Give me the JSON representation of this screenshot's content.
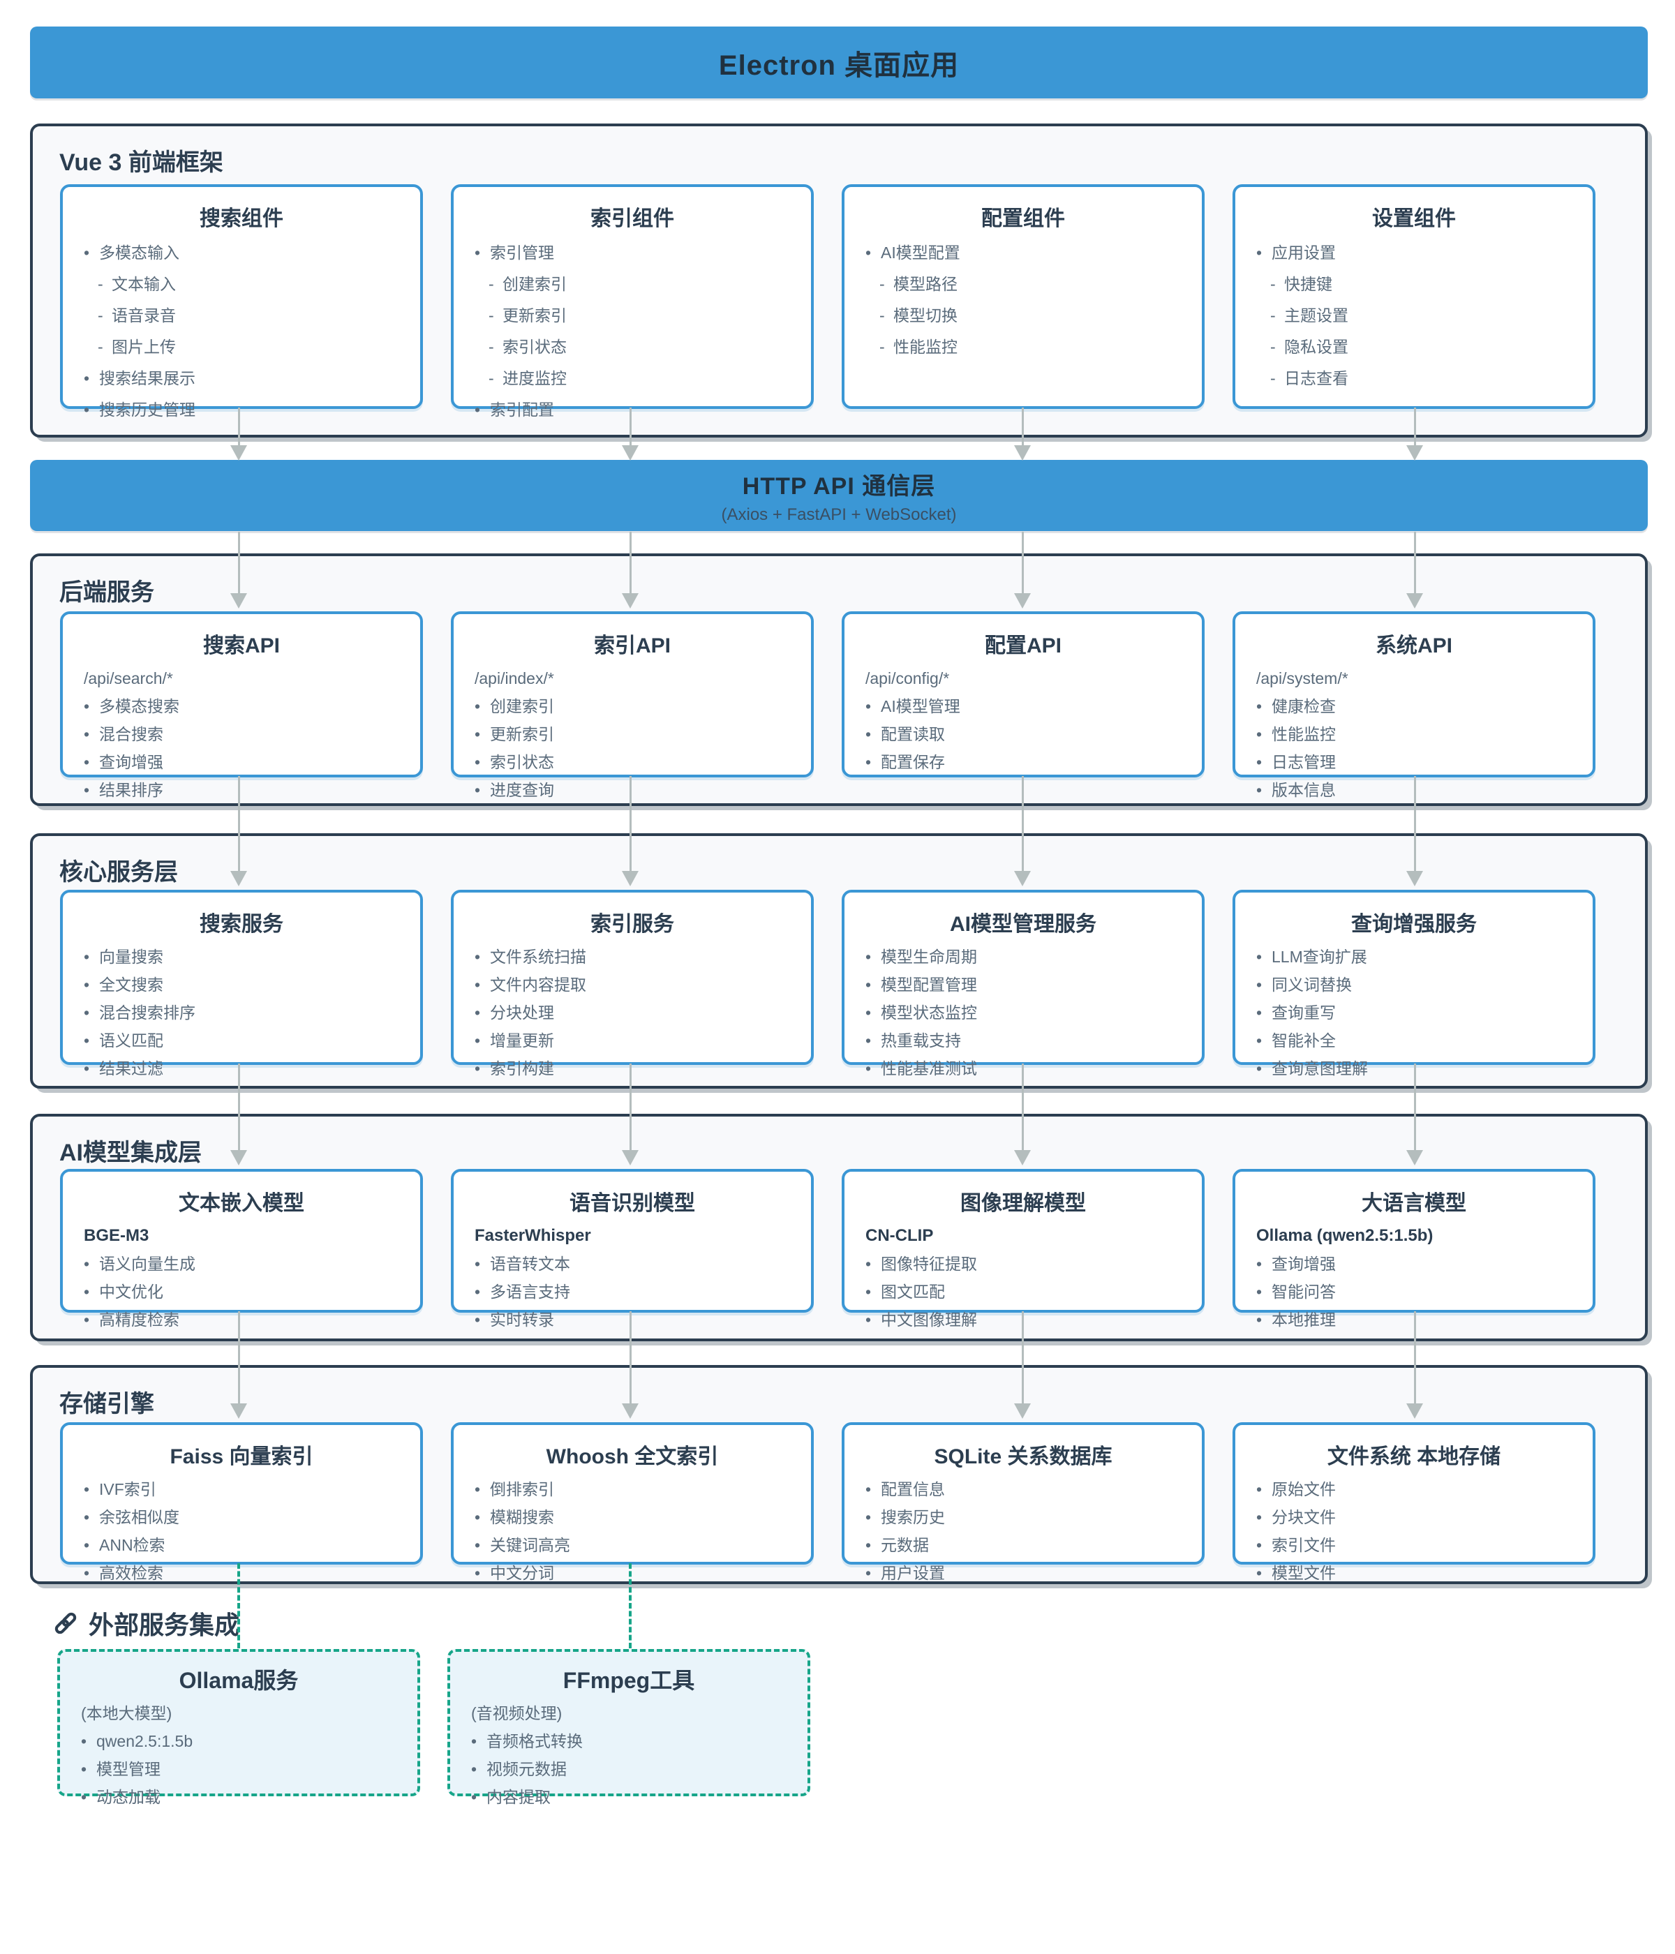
{
  "app": {
    "title": "Electron 桌面应用"
  },
  "http": {
    "title": "HTTP API 通信层",
    "subtitle": "(Axios + FastAPI + WebSocket)"
  },
  "colors": {
    "accent": "#3b97d5",
    "navy": "#2c3e50",
    "teal": "#17a589",
    "arrow": "#b4bdbd",
    "external_bg": "#e9f4fa"
  },
  "sections": {
    "frontend": {
      "title": "Vue 3 前端框架",
      "cards": [
        {
          "title": "搜索组件",
          "items": [
            {
              "k": "b",
              "text": "多模态输入"
            },
            {
              "k": "d",
              "text": "文本输入"
            },
            {
              "k": "d",
              "text": "语音录音"
            },
            {
              "k": "d",
              "text": "图片上传"
            },
            {
              "k": "b",
              "text": "搜索结果展示"
            },
            {
              "k": "b",
              "text": "搜索历史管理"
            }
          ]
        },
        {
          "title": "索引组件",
          "items": [
            {
              "k": "b",
              "text": "索引管理"
            },
            {
              "k": "d",
              "text": "创建索引"
            },
            {
              "k": "d",
              "text": "更新索引"
            },
            {
              "k": "d",
              "text": "索引状态"
            },
            {
              "k": "d",
              "text": "进度监控"
            },
            {
              "k": "b",
              "text": "索引配置"
            }
          ]
        },
        {
          "title": "配置组件",
          "items": [
            {
              "k": "b",
              "text": "AI模型配置"
            },
            {
              "k": "d",
              "text": "模型路径"
            },
            {
              "k": "d",
              "text": "模型切换"
            },
            {
              "k": "d",
              "text": "性能监控"
            }
          ]
        },
        {
          "title": "设置组件",
          "items": [
            {
              "k": "b",
              "text": "应用设置"
            },
            {
              "k": "d",
              "text": "快捷键"
            },
            {
              "k": "d",
              "text": "主题设置"
            },
            {
              "k": "d",
              "text": "隐私设置"
            },
            {
              "k": "d",
              "text": "日志查看"
            }
          ]
        }
      ]
    },
    "backend": {
      "title": "后端服务",
      "cards": [
        {
          "title": "搜索API",
          "path": "/api/search/*",
          "items": [
            {
              "k": "b",
              "text": "多模态搜索"
            },
            {
              "k": "b",
              "text": "混合搜索"
            },
            {
              "k": "b",
              "text": "查询增强"
            },
            {
              "k": "b",
              "text": "结果排序"
            }
          ]
        },
        {
          "title": "索引API",
          "path": "/api/index/*",
          "items": [
            {
              "k": "b",
              "text": "创建索引"
            },
            {
              "k": "b",
              "text": "更新索引"
            },
            {
              "k": "b",
              "text": "索引状态"
            },
            {
              "k": "b",
              "text": "进度查询"
            }
          ]
        },
        {
          "title": "配置API",
          "path": "/api/config/*",
          "items": [
            {
              "k": "b",
              "text": "AI模型管理"
            },
            {
              "k": "b",
              "text": "配置读取"
            },
            {
              "k": "b",
              "text": "配置保存"
            }
          ]
        },
        {
          "title": "系统API",
          "path": "/api/system/*",
          "items": [
            {
              "k": "b",
              "text": "健康检查"
            },
            {
              "k": "b",
              "text": "性能监控"
            },
            {
              "k": "b",
              "text": "日志管理"
            },
            {
              "k": "b",
              "text": "版本信息"
            }
          ]
        }
      ]
    },
    "core": {
      "title": "核心服务层",
      "cards": [
        {
          "title": "搜索服务",
          "items": [
            {
              "k": "b",
              "text": "向量搜索"
            },
            {
              "k": "b",
              "text": "全文搜索"
            },
            {
              "k": "b",
              "text": "混合搜索排序"
            },
            {
              "k": "b",
              "text": "语义匹配"
            },
            {
              "k": "b",
              "text": "结果过滤"
            }
          ]
        },
        {
          "title": "索引服务",
          "items": [
            {
              "k": "b",
              "text": "文件系统扫描"
            },
            {
              "k": "b",
              "text": "文件内容提取"
            },
            {
              "k": "b",
              "text": "分块处理"
            },
            {
              "k": "b",
              "text": "增量更新"
            },
            {
              "k": "b",
              "text": "索引构建"
            }
          ]
        },
        {
          "title": "AI模型管理服务",
          "items": [
            {
              "k": "b",
              "text": "模型生命周期"
            },
            {
              "k": "b",
              "text": "模型配置管理"
            },
            {
              "k": "b",
              "text": "模型状态监控"
            },
            {
              "k": "b",
              "text": "热重载支持"
            },
            {
              "k": "b",
              "text": "性能基准测试"
            }
          ]
        },
        {
          "title": "查询增强服务",
          "items": [
            {
              "k": "b",
              "text": "LLM查询扩展"
            },
            {
              "k": "b",
              "text": "同义词替换"
            },
            {
              "k": "b",
              "text": "查询重写"
            },
            {
              "k": "b",
              "text": "智能补全"
            },
            {
              "k": "b",
              "text": "查询意图理解"
            }
          ]
        }
      ]
    },
    "ai": {
      "title": "AI模型集成层",
      "cards": [
        {
          "title": "文本嵌入模型",
          "subtitle": "BGE-M3",
          "items": [
            {
              "k": "b",
              "text": "语义向量生成"
            },
            {
              "k": "b",
              "text": "中文优化"
            },
            {
              "k": "b",
              "text": "高精度检索"
            }
          ]
        },
        {
          "title": "语音识别模型",
          "subtitle": "FasterWhisper",
          "items": [
            {
              "k": "b",
              "text": "语音转文本"
            },
            {
              "k": "b",
              "text": "多语言支持"
            },
            {
              "k": "b",
              "text": "实时转录"
            }
          ]
        },
        {
          "title": "图像理解模型",
          "subtitle": "CN-CLIP",
          "items": [
            {
              "k": "b",
              "text": "图像特征提取"
            },
            {
              "k": "b",
              "text": "图文匹配"
            },
            {
              "k": "b",
              "text": "中文图像理解"
            }
          ]
        },
        {
          "title": "大语言模型",
          "subtitle": "Ollama (qwen2.5:1.5b)",
          "items": [
            {
              "k": "b",
              "text": "查询增强"
            },
            {
              "k": "b",
              "text": "智能问答"
            },
            {
              "k": "b",
              "text": "本地推理"
            }
          ]
        }
      ]
    },
    "storage": {
      "title": "存储引擎",
      "cards": [
        {
          "title": "Faiss 向量索引",
          "items": [
            {
              "k": "b",
              "text": "IVF索引"
            },
            {
              "k": "b",
              "text": "余弦相似度"
            },
            {
              "k": "b",
              "text": "ANN检索"
            },
            {
              "k": "b",
              "text": "高效检索"
            }
          ]
        },
        {
          "title": "Whoosh 全文索引",
          "items": [
            {
              "k": "b",
              "text": "倒排索引"
            },
            {
              "k": "b",
              "text": "模糊搜索"
            },
            {
              "k": "b",
              "text": "关键词高亮"
            },
            {
              "k": "b",
              "text": "中文分词"
            }
          ]
        },
        {
          "title": "SQLite 关系数据库",
          "items": [
            {
              "k": "b",
              "text": "配置信息"
            },
            {
              "k": "b",
              "text": "搜索历史"
            },
            {
              "k": "b",
              "text": "元数据"
            },
            {
              "k": "b",
              "text": "用户设置"
            }
          ]
        },
        {
          "title": "文件系统 本地存储",
          "items": [
            {
              "k": "b",
              "text": "原始文件"
            },
            {
              "k": "b",
              "text": "分块文件"
            },
            {
              "k": "b",
              "text": "索引文件"
            },
            {
              "k": "b",
              "text": "模型文件"
            }
          ]
        }
      ]
    },
    "external": {
      "title": "外部服务集成",
      "cards": [
        {
          "title": "Ollama服务",
          "subtitle": "(本地大模型)",
          "items": [
            {
              "k": "b",
              "text": "qwen2.5:1.5b"
            },
            {
              "k": "b",
              "text": "模型管理"
            },
            {
              "k": "b",
              "text": "动态加载"
            }
          ]
        },
        {
          "title": "FFmpeg工具",
          "subtitle": "(音视频处理)",
          "items": [
            {
              "k": "b",
              "text": "音频格式转换"
            },
            {
              "k": "b",
              "text": "视频元数据"
            },
            {
              "k": "b",
              "text": "内容提取"
            }
          ]
        }
      ]
    }
  }
}
